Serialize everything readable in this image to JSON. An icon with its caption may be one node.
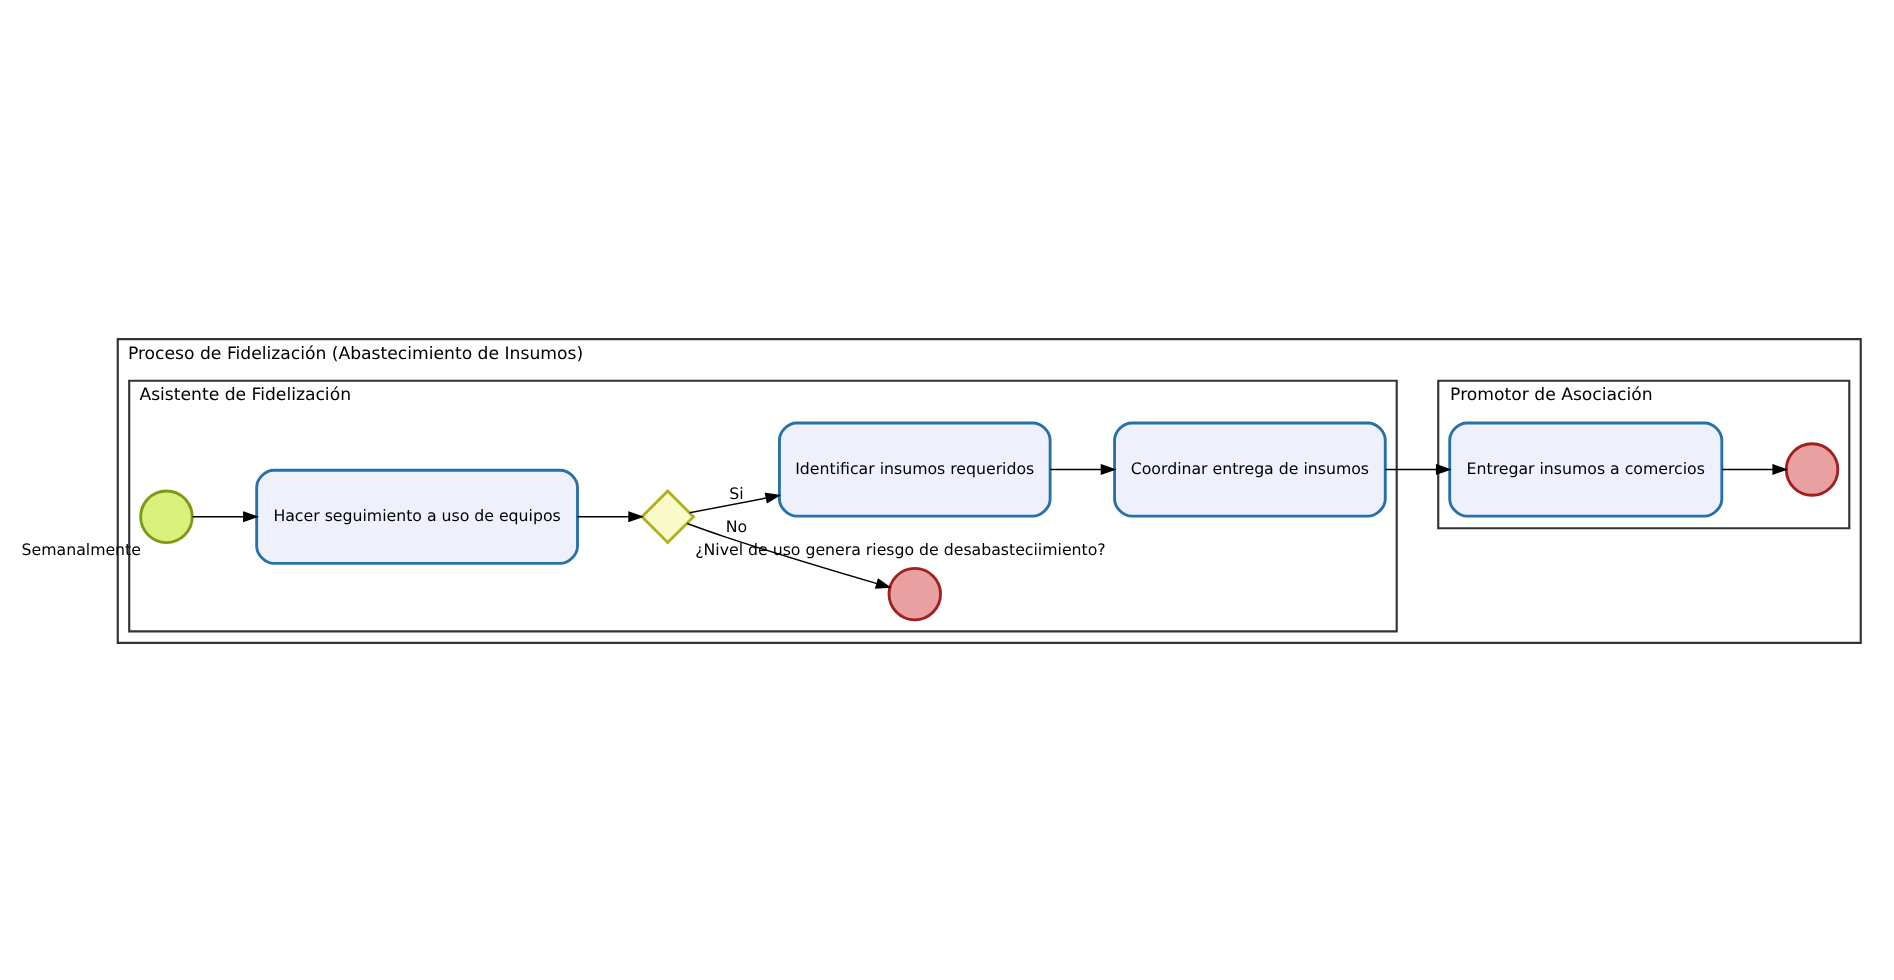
{
  "diagram": {
    "nodes": [
      {
        "text": [
          "Proceso de Fidelización (Abastecimiento de Insumos)"
        ]
      },
      {
        "text": [
          "Asistente de Fidelización"
        ],
        "in": 0
      },
      {
        "text": [],
        "shape": "circle",
        "beside": [
          "Semanalmente"
        ],
        "in": 1
      },
      {
        "text": [
          "Hacer seguimiento a uso de equipos"
        ],
        "in": 1
      },
      {
        "text": [],
        "shape": "diamond",
        "beside": [
          "¿Nivel de uso genera riesgo de desabasteciimiento?"
        ],
        "in": 1
      },
      {
        "text": [],
        "shape": "circle",
        "in": 1
      },
      {
        "text": [
          "Identificar insumos requeridos"
        ],
        "in": 1
      },
      {
        "text": [
          "Coordinar entrega de insumos"
        ],
        "in": 1
      },
      {
        "text": [
          "Promotor de Asociación"
        ],
        "in": 0
      },
      {
        "text": [
          "Entregar insumos a comercios"
        ],
        "in": 8
      },
      {
        "text": [],
        "shape": "circle",
        "in": 8
      }
    ],
    "edges": [
      {
        "from": 2,
        "to": 3,
        "arrow": "to"
      },
      {
        "from": 3,
        "to": 4,
        "arrow": "to"
      },
      {
        "from": 4,
        "to": 5,
        "arrow": "to",
        "label": "No"
      },
      {
        "from": 4,
        "to": 6,
        "arrow": "to",
        "label": "Si"
      },
      {
        "from": 6,
        "to": 7,
        "arrow": "to"
      },
      {
        "from": 7,
        "to": 9,
        "arrow": "to"
      },
      {
        "from": 9,
        "to": 10,
        "arrow": "to"
      }
    ]
  }
}
